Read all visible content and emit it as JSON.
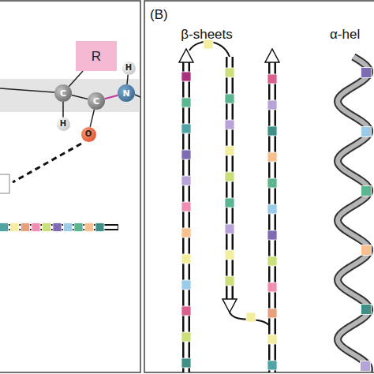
{
  "diagram": {
    "nodes": [
      {
        "text": [
          "R"
        ]
      },
      {
        "text": [
          "C"
        ]
      },
      {
        "text": [
          "H"
        ]
      },
      {
        "text": [
          "C"
        ]
      },
      {
        "text": [
          "O"
        ]
      },
      {
        "text": [
          "N"
        ]
      },
      {
        "text": [
          "H"
        ]
      }
    ],
    "edges": [
      {
        "from": 1,
        "to": 0,
        "arrow": "none"
      },
      {
        "from": 1,
        "to": 2,
        "arrow": "none"
      },
      {
        "from": 1,
        "to": 3,
        "arrow": "none"
      },
      {
        "from": 3,
        "to": 4,
        "arrow": "none"
      },
      {
        "from": 3,
        "to": 5,
        "arrow": "none"
      },
      {
        "from": 5,
        "to": 6,
        "arrow": "none"
      }
    ],
    "labels": [
      "(B)",
      "β-sheets",
      "α-hel"
    ]
  }
}
